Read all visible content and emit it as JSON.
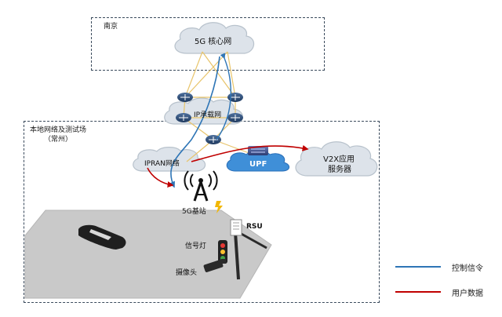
{
  "regions": {
    "nanjing": {
      "label": "南京"
    },
    "local": {
      "label_line1": "本地网络及测试场",
      "label_line2": "（常州）"
    }
  },
  "nodes": {
    "core_network": "5G 核心网",
    "ipran_bearer": "IP承载网",
    "ipran_network": "IPRAN网络",
    "upf": "UPF",
    "v2x_line1": "V2X应用",
    "v2x_line2": "服务器",
    "base_station": "5G基站",
    "rsu": "RSU",
    "traffic_light": "信号灯",
    "camera": "摄像头"
  },
  "legend": {
    "control": {
      "label": "控制信令",
      "color": "#2e75b6"
    },
    "user_data": {
      "label": "用户数据",
      "color": "#c00000"
    }
  },
  "colors": {
    "region_border": "#3a4a5c",
    "cloud_fill": "#dde3ea",
    "cloud_stroke": "#b8c2cc",
    "router_link": "#e8c46a",
    "upf_cloud": "#3f8fd8",
    "road": "#c9c9c9"
  }
}
